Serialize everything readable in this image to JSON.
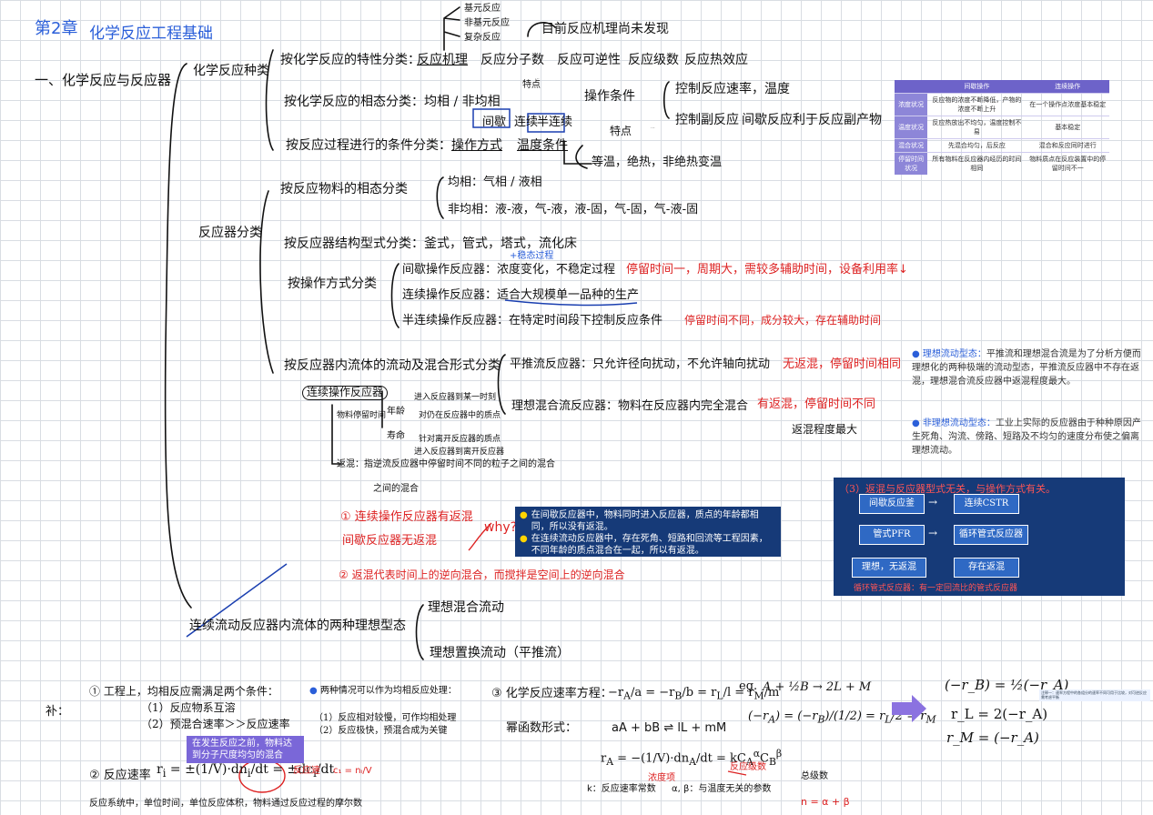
{
  "chapter": {
    "label": "第2章",
    "title": "化学反应工程基础"
  },
  "root": "一、化学反应与反应器",
  "branch_reaction_types": "化学反应种类",
  "branch_reactor_types": "反应器分类",
  "reaction": {
    "by_kinetics": "按化学反应的特性分类：",
    "mechanism": "反应机理",
    "molecularity": "反应分子数",
    "reversibility": "反应可逆性",
    "order": "反应级数",
    "thermal": "反应热效应",
    "sub_simple": "基元反应",
    "sub_nonsimple": "非基元反应",
    "sub_complex": "复杂反应",
    "note_discovered": "目前反应机理尚未发现",
    "by_phase": "按化学反应的相态分类：均相 / 非均相",
    "by_conditions": "按反应过程进行的条件分类：",
    "operation_mode": "操作方式",
    "temp_condition": "温度条件",
    "batch": "间歇",
    "continuous": "连续",
    "semi_continuous": "半连续",
    "features": "特点",
    "features2": "特点",
    "operation_cond": "操作条件",
    "control_temp": "控制反应速率，温度",
    "control_product": "控制副反应",
    "control_note": "间歇反应利于反应副产物",
    "temp_types": "等温，绝热，非绝热变温"
  },
  "reactor": {
    "by_phase": "按反应物料的相态分类",
    "homo": "均相：气相 / 液相",
    "hetero": "非均相：液-液，气-液，液-固，气-固，气-液-固",
    "by_structure": "按反应器结构型式分类：釜式，管式，塔式，流化床",
    "by_operation": "按操作方式分类",
    "batch_line": "间歇操作反应器：浓度变化，不稳定过程",
    "batch_note": "停留时间一，周期大，需较多辅助时间，设备利用率↓",
    "batch_note_top": "+稳态过程",
    "cont_line": "连续操作反应器：适合大规模单一品种的生产",
    "semi_line": "半连续操作反应器：在特定时间段下控制反应条件",
    "semi_note": "停留时间不同，成分较大，存在辅助时间",
    "by_flow": "按反应器内流体的流动及混合形式分类",
    "plug": "平推流反应器：只允许径向扰动，不允许轴向扰动",
    "plug_note": "无返混，停留时间相同",
    "mixed": "理想混合流反应器：物料在反应器内完全混合",
    "mixed_note": "有返混，停留时间不同",
    "mixed_note2": "返混程度最大",
    "cont_op_label": "连续操作反应器",
    "item_residence": "物料停留时间",
    "item_age": "年龄",
    "item_life": "寿命",
    "item_age_desc": "对仍在反应器中的质点",
    "item_life_desc": "针对离开反应器的质点",
    "item_entry": "进入反应器到某一时刻",
    "item_exit": "进入反应器到离开反应器",
    "backmix": "返混：指逆流反应器中停留时间不同的粒子之间的混合",
    "backmix_note": "之间的混合",
    "why1": "① 连续操作反应器有返混",
    "why2": "间歇反应器无返混",
    "why": "why?",
    "note_back2": "② 返混代表时间上的逆向混合，而搅拌是空间上的逆向混合"
  },
  "ideal_flow": {
    "branch": "连续流动反应器内流体的两种理想型态",
    "mix": "理想混合流动",
    "plug": "理想置换流动（平推流）"
  },
  "table": {
    "headers": [
      "",
      "间歇操作",
      "连续操作"
    ],
    "rows": [
      [
        "浓度状况",
        "反应物的浓度不断降低，产物的浓度不断上升",
        "在一个操作点浓度基本稳定"
      ],
      [
        "温度状况",
        "反应热放出不均匀，温度控制不易",
        "基本稳定"
      ],
      [
        "混合状况",
        "先混合均匀，后反应",
        "混合和反应同时进行"
      ],
      [
        "停留时间状况",
        "所有物料在反应器内经历的时间相同",
        "物料质点在反应装置中的停留时间不一"
      ]
    ]
  },
  "ideal_text": {
    "ideal_title": "理想流动型态：",
    "ideal_body": "平推流和理想混合流是为了分析方便而理想化的两种极端的流动型态，平推流反应器中不存在返混，理想混合流反应器中返混程度最大。",
    "nonideal_title": "非理想流动型态：",
    "nonideal_body": "工业上实际的反应器由于种种原因产生死角、沟流、傍路、短路及不均匀的速度分布使之偏离理想流动。"
  },
  "navy_note": {
    "line1": "在间歇反应器中，物料同时进入反应器，质点的年龄都相同，所以没有返混。",
    "line2": "在连续流动反应器中，存在死角、短路和回流等工程因素，不同年龄的质点混合在一起，所以有返混。"
  },
  "diagram": {
    "title": "（3）返混与反应器型式无关，与操作方式有关。",
    "b1": "间歇反应釜",
    "b2": "连续CSTR",
    "b3": "管式PFR",
    "b4": "循环管式反应器",
    "b5": "理想，无返混",
    "b6": "存在返混",
    "footer": "循环管式反应器：有一定回流比的管式反应器"
  },
  "addendum": {
    "label": "补：",
    "c1": "① 工程上，均相反应需满足两个条件：",
    "c1a": "（1）反应物系互溶",
    "c1b": "（2）预混合速率＞＞反应速率",
    "c1note": "在发生反应之前，物料达到分子尺度均匀的混合",
    "c2": "两种情况可以作为均相反应处理：",
    "c2a": "（1）反应相对较慢，可作均相处理",
    "c2b": "（2）反应极快，预混合成为关键",
    "rate_label": "② 反应速率",
    "rate_note": "反应速",
    "rate_bottom": "反应系统中，单位时间，单位反应体积，物料通过反应过程的摩尔数",
    "rate_circle_note": "c₁ = nᵢ/V",
    "eq_label": "③ 化学反应速率方程：",
    "eq_form": "幂函数形式：",
    "eq_reaction": "aA + bB ⇌ lL + mM",
    "eq_k": "k：反应速率常数",
    "eq_ab": "α, β：与温度无关的参数",
    "eq_note": "反应级数",
    "eq_note2": "浓度项",
    "eq_sum": "n = α + β",
    "eq_sum_label": "总级数",
    "eg": "eg.",
    "eg_reaction": "A + ½B → 2L + M",
    "result1": "(−r_B) = ½(−r_A)",
    "result2": "r_L = 2(−r_A)",
    "result3": "r_M = (−r_A)",
    "tiny_note": "注释一：速率方程中的各组分的速率不同可用于比较，对可逆反应需考虑平衡"
  }
}
